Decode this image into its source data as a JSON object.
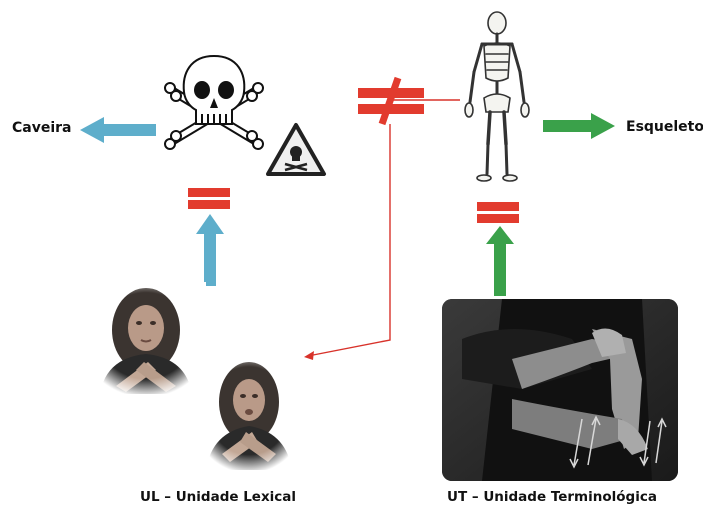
{
  "labels": {
    "caveira": "Caveira",
    "esqueleto": "Esqueleto",
    "ul": "UL – Unidade Lexical",
    "ut": "UT – Unidade Terminológica"
  },
  "colors": {
    "blue_arrow": "#5eaecb",
    "green_arrow": "#3aa14a",
    "red_symbol": "#e23b2e",
    "red_line": "#d8322a"
  },
  "icons": [
    "skull-crossbones-icon",
    "poison-warning-icon",
    "skeleton-icon",
    "not-equal-icon",
    "equal-icon"
  ]
}
